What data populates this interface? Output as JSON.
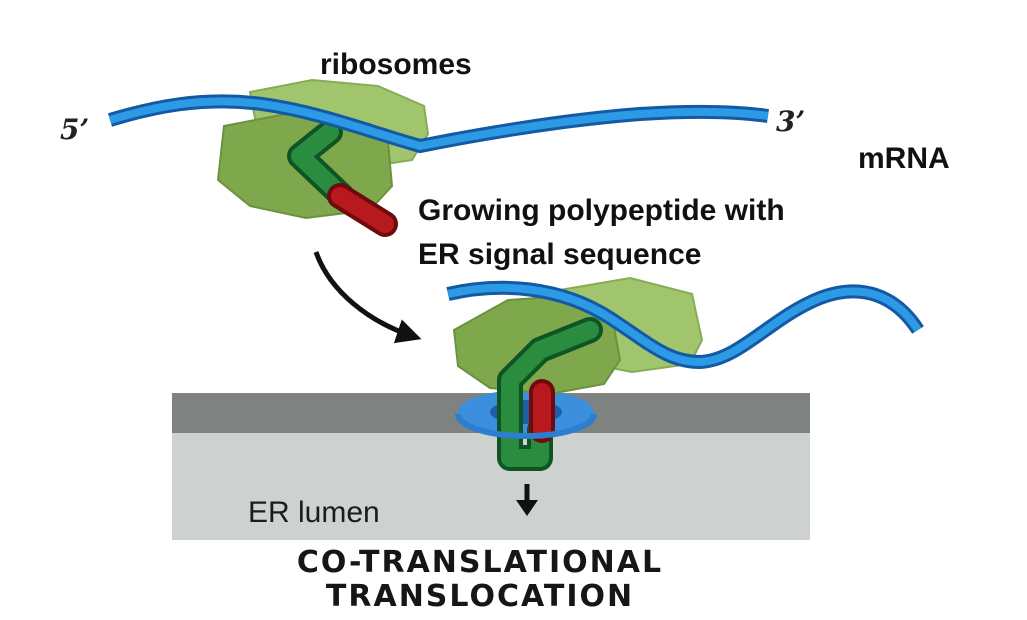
{
  "labels": {
    "ribosomes": "ribosomes",
    "five_prime": "5’",
    "three_prime": "3’",
    "mrna": "mRNA",
    "polypeptide_line1": "Growing polypeptide with",
    "polypeptide_line2": "ER signal sequence",
    "er_lumen": "ER lumen"
  },
  "caption": {
    "line1": "CO-TRANSLATIONAL",
    "line2": "TRANSLOCATION"
  },
  "colors": {
    "mrna_blue": "#1f86d6",
    "ribosome_green": "#82ad4e",
    "polypeptide_green": "#1e7a35",
    "signal_red": "#a8161b",
    "membrane_dark": "#7e8281",
    "lumen_light": "#cdd1cf",
    "translocon_blue": "#3b8fdd"
  }
}
